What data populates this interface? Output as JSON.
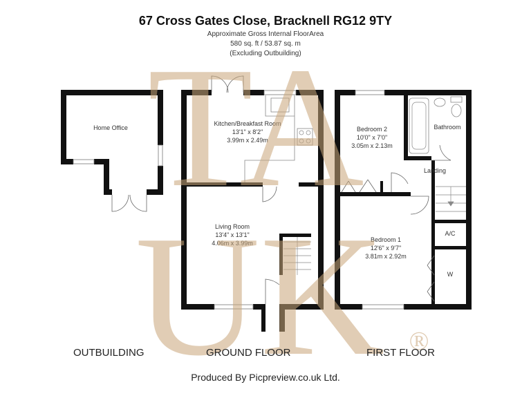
{
  "header": {
    "address": "67 Cross Gates Close, Bracknell RG12 9TY",
    "area_title": "Approximate Gross Internal FloorArea",
    "area_value": "580 sq. ft / 53.87 sq. m",
    "area_note": "(Excluding Outbuilding)"
  },
  "rooms": {
    "home_office": "Home Office",
    "kitchen": {
      "name": "Kitchen/Breakfast Room",
      "imperial": "13'1\" x 8'2\"",
      "metric": "3.99m x 2.49m"
    },
    "living": {
      "name": "Living Room",
      "imperial": "13'4\" x 13'1\"",
      "metric": "4.06m x 3.99m"
    },
    "bedroom2": {
      "name": "Bedroom 2",
      "imperial": "10'0\" x 7'0\"",
      "metric": "3.05m x 2.13m"
    },
    "bathroom": "Bathroom",
    "landing": "Landing",
    "ac": "A/C",
    "bedroom1": {
      "name": "Bedroom 1",
      "imperial": "12'6\" x 9'7\"",
      "metric": "3.81m x 2.92m"
    },
    "wardrobe": "W"
  },
  "floors": {
    "outbuilding": "OUTBUILDING",
    "ground": "GROUND FLOOR",
    "first": "FIRST FLOOR"
  },
  "footer": {
    "produced_by": "Produced By Picpreview.co.uk Ltd."
  },
  "watermark": {
    "top": "TA",
    "bottom": "UK",
    "mark": "®"
  },
  "colors": {
    "wall": "#111111",
    "watermark": "#c9a67a"
  }
}
